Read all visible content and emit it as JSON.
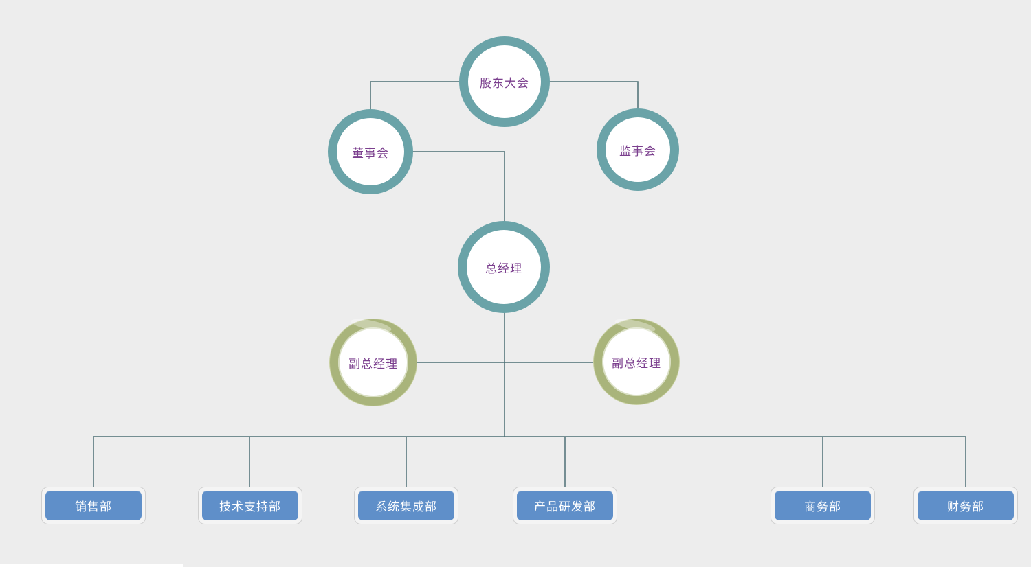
{
  "colors": {
    "background": "#ededed",
    "connector": "#4d6f75",
    "teal_ring": "#6aa3a8",
    "olive_ring": "#a9b47b",
    "node_text": "#7b3f8e",
    "dept_fill": "#5f8fc9",
    "dept_text": "#ffffff"
  },
  "nodes": {
    "shareholders_meeting": "股东大会",
    "board_of_directors": "董事会",
    "board_of_supervisors": "监事会",
    "general_manager": "总经理",
    "deputy_gm_left": "副总经理",
    "deputy_gm_right": "副总经理"
  },
  "departments": [
    {
      "label": "销售部"
    },
    {
      "label": "技术支持部"
    },
    {
      "label": "系统集成部"
    },
    {
      "label": "产品研发部"
    },
    {
      "label": "商务部"
    },
    {
      "label": "财务部"
    }
  ]
}
